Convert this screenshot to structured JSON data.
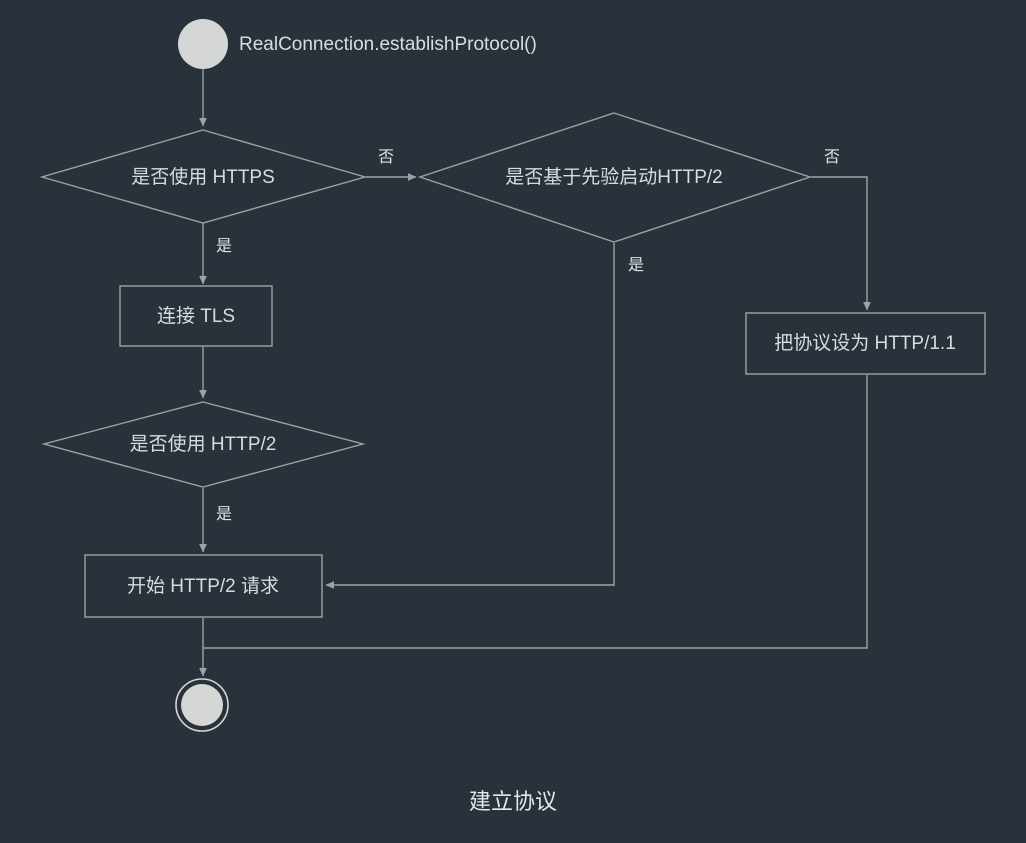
{
  "diagram": {
    "title": "建立协议",
    "colors": {
      "background": "#29323a",
      "stroke": "#9aa3a8",
      "text": "#d8dcde",
      "terminal": "#d5d7d6"
    },
    "start": {
      "name": "start-node",
      "label": "RealConnection.establishProtocol()"
    },
    "end": {
      "name": "end-node",
      "label": ""
    },
    "nodes": [
      {
        "id": "d1",
        "shape": "diamond",
        "text": "是否使用 HTTPS"
      },
      {
        "id": "d2",
        "shape": "diamond",
        "text": "是否基于先验启动HTTP/2"
      },
      {
        "id": "p1",
        "shape": "process",
        "text": "连接 TLS"
      },
      {
        "id": "p2",
        "shape": "process",
        "text": "把协议设为 HTTP/1.1"
      },
      {
        "id": "d3",
        "shape": "diamond",
        "text": "是否使用 HTTP/2"
      },
      {
        "id": "p3",
        "shape": "process",
        "text": "开始 HTTP/2 请求"
      }
    ],
    "edge_labels": {
      "d1_no": "否",
      "d1_yes": "是",
      "d2_no": "否",
      "d2_yes": "是",
      "d3_yes": "是"
    }
  }
}
